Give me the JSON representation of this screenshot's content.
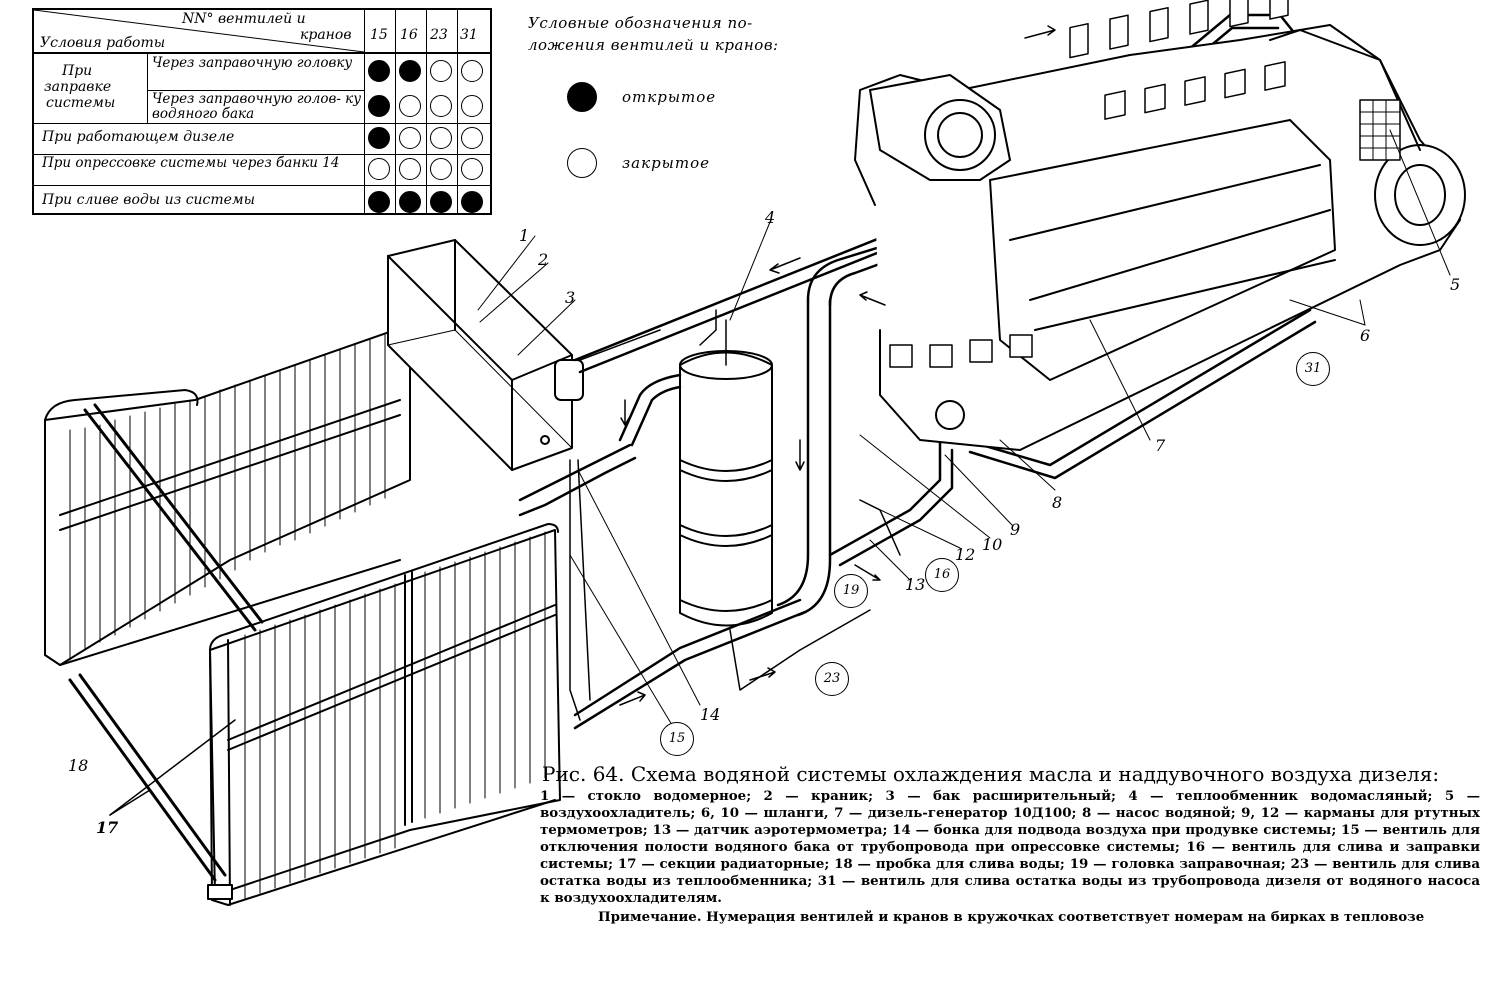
{
  "valve_table": {
    "header_top": "NN° вентилей и",
    "header_right": "кранов",
    "header_left": "Условия работы",
    "valve_numbers": [
      "15",
      "16",
      "23",
      "31"
    ],
    "group_label_lines": [
      "При",
      "заправке",
      "системы"
    ],
    "rows": [
      {
        "condition": "Через заправочную головку",
        "states": [
          "open",
          "open",
          "closed",
          "closed"
        ]
      },
      {
        "condition": "Через заправочную голов- ку водяного бака",
        "states": [
          "open",
          "closed",
          "closed",
          "closed"
        ]
      },
      {
        "condition": "При работающем дизеле",
        "states": [
          "open",
          "closed",
          "closed",
          "closed"
        ]
      },
      {
        "condition": "При опрессовке системы через банки 14",
        "states": [
          "closed",
          "closed",
          "closed",
          "closed"
        ]
      },
      {
        "condition": "При сливе воды из системы",
        "states": [
          "open",
          "open",
          "open",
          "open"
        ]
      }
    ]
  },
  "legend": {
    "title": "Условные обозначения по- ложения вентилей и кранов:",
    "open_label": "открытое",
    "closed_label": "закрытое"
  },
  "labels": {
    "n1": "1",
    "n2": "2",
    "n3": "3",
    "n4": "4",
    "n5": "5",
    "n6": "6",
    "n7": "7",
    "n8": "8",
    "n9": "9",
    "n10": "10",
    "n12": "12",
    "n13": "13",
    "n14": "14",
    "n18": "18",
    "n17": "17"
  },
  "circled_labels": {
    "c15": "15",
    "c16": "16",
    "c19": "19",
    "c23": "23",
    "c31": "31"
  },
  "caption": {
    "title": "Рис. 64. Схема водяной системы охлаждения масла и наддувочного воздуха дизеля:",
    "body": "1 — стокло водомерное; 2 — краник; 3 — бак расширительный; 4 — теплообменник водомасляный; 5 — воздухоохладитель; 6, 10 — шланги, 7 — дизель-генератор 10Д100; 8 — насос водяной; 9, 12 — карманы для ртутных термометров; 13 — датчик аэротермометра; 14 — бонка для подвода воздуха при продувке системы; 15 — вентиль для отключения полости водяного бака от трубопровода при опрессовке системы; 16 — вентиль для слива и заправки системы; 17 — секции радиаторные; 18 — пробка для слива воды; 19 — головка заправочная; 23 — вентиль для слива остатка воды из теплообменника; 31 — вентиль для слива остатка воды из трубопровода дизеля от водяного насоса к воздухоохладителям.",
    "note": "Примечание. Нумерация вентилей и кранов в кружочках соответствует номерам на бирках в тепловозе"
  }
}
